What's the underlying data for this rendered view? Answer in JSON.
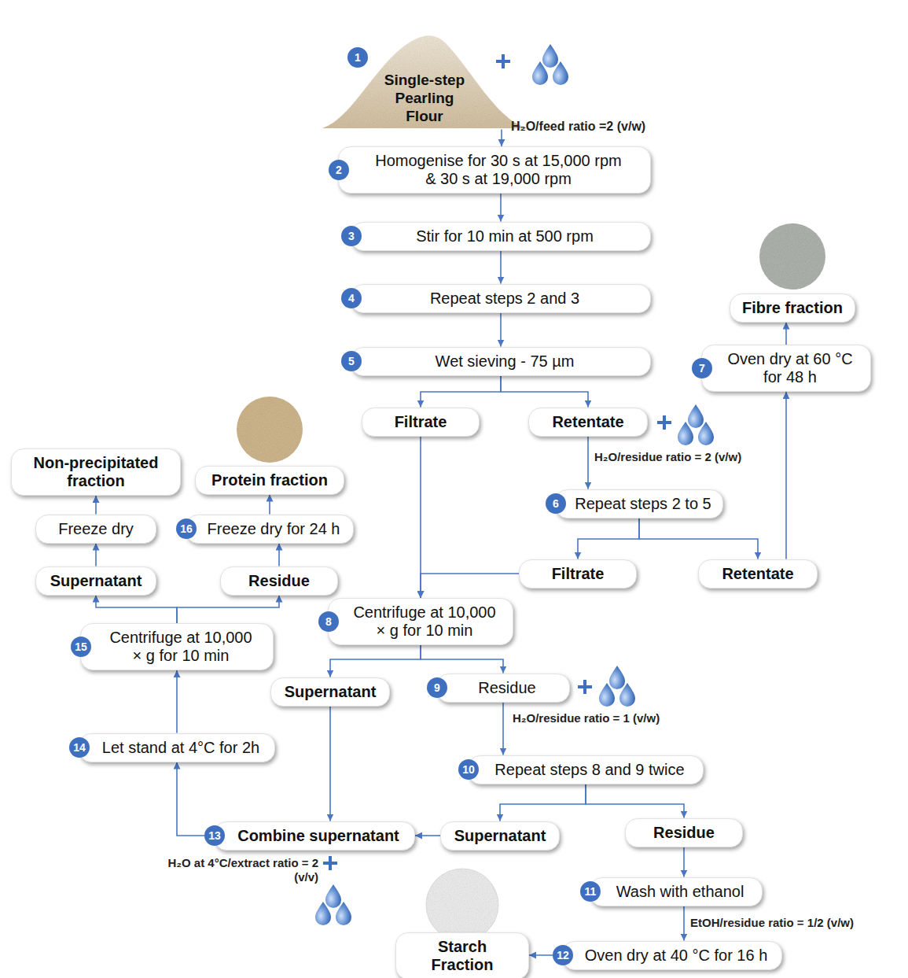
{
  "diagram": {
    "nodes": [
      {
        "text": [
          "1",
          "Single-step Pearling Flour"
        ]
      },
      {
        "text": [
          "2",
          "Homogenise for 30 s at 15,000 rpm & 30 s at 19,000 rpm"
        ]
      },
      {
        "text": [
          "3",
          "Stir for 10 min at 500 rpm"
        ]
      },
      {
        "text": [
          "4",
          "Repeat steps 2 and 3"
        ]
      },
      {
        "text": [
          "5",
          "Wet sieving - 75 µm"
        ]
      },
      {
        "text": [
          "Filtrate"
        ]
      },
      {
        "text": [
          "Retentate"
        ]
      },
      {
        "text": [
          "6",
          "Repeat steps 2 to 5"
        ]
      },
      {
        "text": [
          "Filtrate"
        ]
      },
      {
        "text": [
          "Retentate"
        ]
      },
      {
        "text": [
          "7",
          "Oven dry at 60 °C for 48 h"
        ]
      },
      {
        "text": [
          "Fibre fraction"
        ]
      },
      {
        "text": [
          "8",
          "Centrifuge at 10,000 × g for 10 min"
        ]
      },
      {
        "text": [
          "Supernatant"
        ]
      },
      {
        "text": [
          "9",
          "Residue"
        ]
      },
      {
        "text": [
          "10",
          "Repeat steps 8 and 9 twice"
        ]
      },
      {
        "text": [
          "Supernatant"
        ]
      },
      {
        "text": [
          "Residue"
        ]
      },
      {
        "text": [
          "11",
          "Wash with ethanol"
        ]
      },
      {
        "text": [
          "12",
          "Oven dry at 40 °C for 16 h"
        ]
      },
      {
        "text": [
          "Starch Fraction"
        ]
      },
      {
        "text": [
          "13",
          "Combine supernatant"
        ]
      },
      {
        "text": [
          "14",
          "Let stand at 4°C for 2h"
        ]
      },
      {
        "text": [
          "15",
          "Centrifuge at 10,000 × g for 10 min"
        ]
      },
      {
        "text": [
          "Supernatant"
        ]
      },
      {
        "text": [
          "Residue"
        ]
      },
      {
        "text": [
          "Freeze dry"
        ]
      },
      {
        "text": [
          "16",
          "Freeze dry for 24 h"
        ]
      },
      {
        "text": [
          "Non-precipitated fraction"
        ]
      },
      {
        "text": [
          "Protein fraction"
        ]
      }
    ],
    "edges": [
      {
        "from": 0,
        "to": 1,
        "arrow": "to"
      },
      {
        "from": 1,
        "to": 2,
        "arrow": "to"
      },
      {
        "from": 2,
        "to": 3,
        "arrow": "to"
      },
      {
        "from": 3,
        "to": 4,
        "arrow": "to"
      },
      {
        "from": 4,
        "to": 5,
        "arrow": "to"
      },
      {
        "from": 4,
        "to": 6,
        "arrow": "to"
      },
      {
        "from": 6,
        "to": 7,
        "arrow": "to"
      },
      {
        "from": 7,
        "to": 8,
        "arrow": "to"
      },
      {
        "from": 7,
        "to": 9,
        "arrow": "to"
      },
      {
        "from": 9,
        "to": 10,
        "arrow": "to"
      },
      {
        "from": 10,
        "to": 11,
        "arrow": "to"
      },
      {
        "from": 5,
        "to": 12,
        "arrow": "to"
      },
      {
        "from": 8,
        "to": 12,
        "arrow": "to"
      },
      {
        "from": 12,
        "to": 13,
        "arrow": "to"
      },
      {
        "from": 12,
        "to": 14,
        "arrow": "to"
      },
      {
        "from": 14,
        "to": 15,
        "arrow": "to"
      },
      {
        "from": 15,
        "to": 16,
        "arrow": "to"
      },
      {
        "from": 15,
        "to": 17,
        "arrow": "to"
      },
      {
        "from": 16,
        "to": 21,
        "arrow": "to"
      },
      {
        "from": 13,
        "to": 21,
        "arrow": "to"
      },
      {
        "from": 17,
        "to": 18,
        "arrow": "to"
      },
      {
        "from": 18,
        "to": 19,
        "arrow": "to"
      },
      {
        "from": 19,
        "to": 20,
        "arrow": "to"
      },
      {
        "from": 21,
        "to": 22,
        "arrow": "to"
      },
      {
        "from": 22,
        "to": 23,
        "arrow": "to"
      },
      {
        "from": 23,
        "to": 24,
        "arrow": "to"
      },
      {
        "from": 23,
        "to": 25,
        "arrow": "to"
      },
      {
        "from": 24,
        "to": 26,
        "arrow": "to"
      },
      {
        "from": 25,
        "to": 27,
        "arrow": "to"
      },
      {
        "from": 26,
        "to": 28,
        "arrow": "to"
      },
      {
        "from": 27,
        "to": 29,
        "arrow": "to"
      }
    ],
    "labels": [
      "H₂O/feed ratio =2 (v/w)",
      "H₂O/residue ratio = 2 (v/w)",
      "H₂O/residue ratio = 1 (v/w)",
      "H₂O at 4°C/extract ratio = 2 (v/v)",
      "EtOH/residue ratio = 1/2 (v/w)"
    ]
  }
}
